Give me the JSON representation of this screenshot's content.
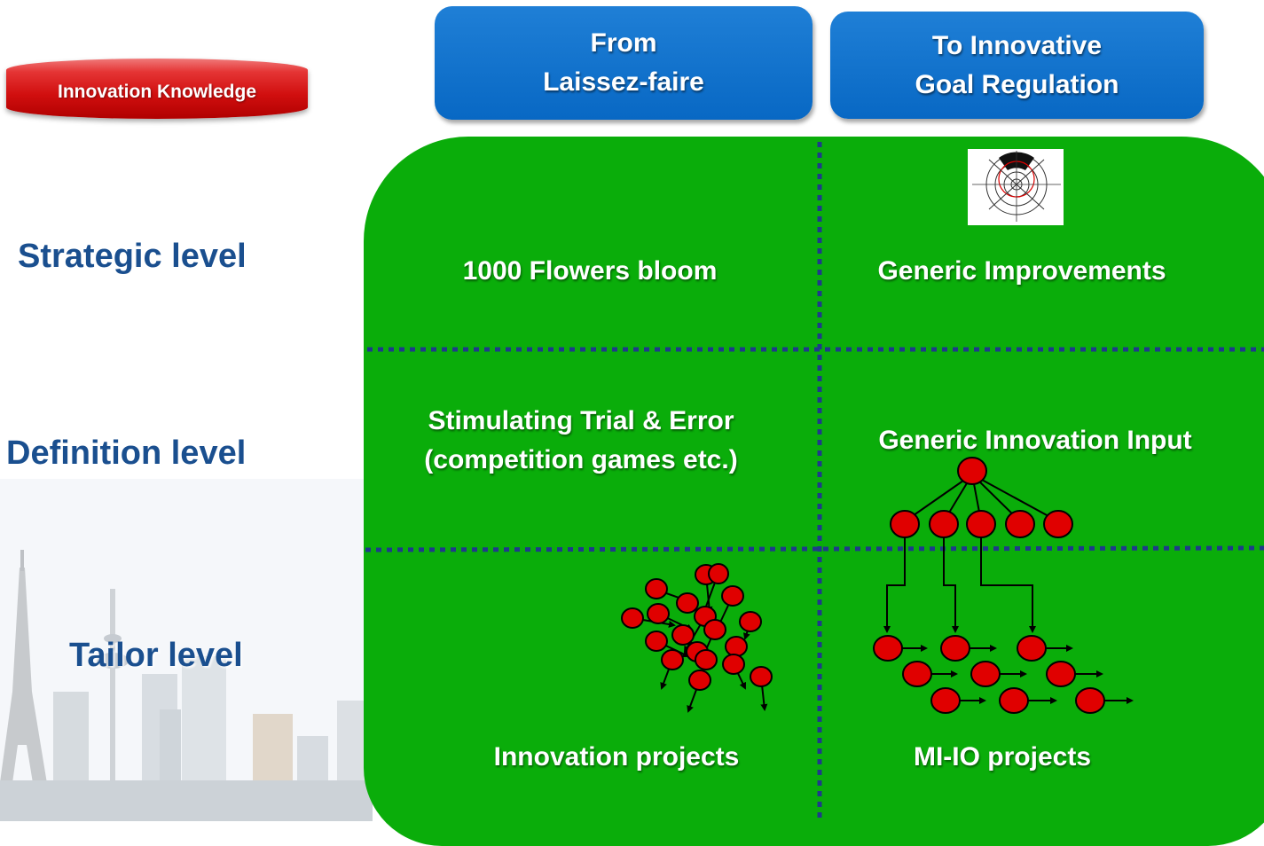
{
  "badge": {
    "label": "Innovation Knowledge"
  },
  "headers": {
    "from": {
      "line1": "From",
      "line2": "Laissez-faire"
    },
    "to": {
      "line1": "To Innovative",
      "line2": "Goal Regulation"
    }
  },
  "levels": {
    "strategic": "Strategic level",
    "definition": "Definition level",
    "tailor": "Tailor level"
  },
  "cells": {
    "strategic_from": "1000 Flowers bloom",
    "strategic_to": "Generic Improvements",
    "definition_from_line1": "Stimulating Trial & Error",
    "definition_from_line2": "(competition games etc.)",
    "definition_to": "Generic Innovation Input",
    "tailor_from": "Innovation projects",
    "tailor_to": "MI-IO projects"
  },
  "colors": {
    "panel_green": "#0aad0a",
    "header_blue": "#0868c4",
    "badge_red": "#d10f0f",
    "level_text_blue": "#1a4f8f",
    "node_red": "#e00000",
    "divider_blue": "#1f3a8a"
  }
}
